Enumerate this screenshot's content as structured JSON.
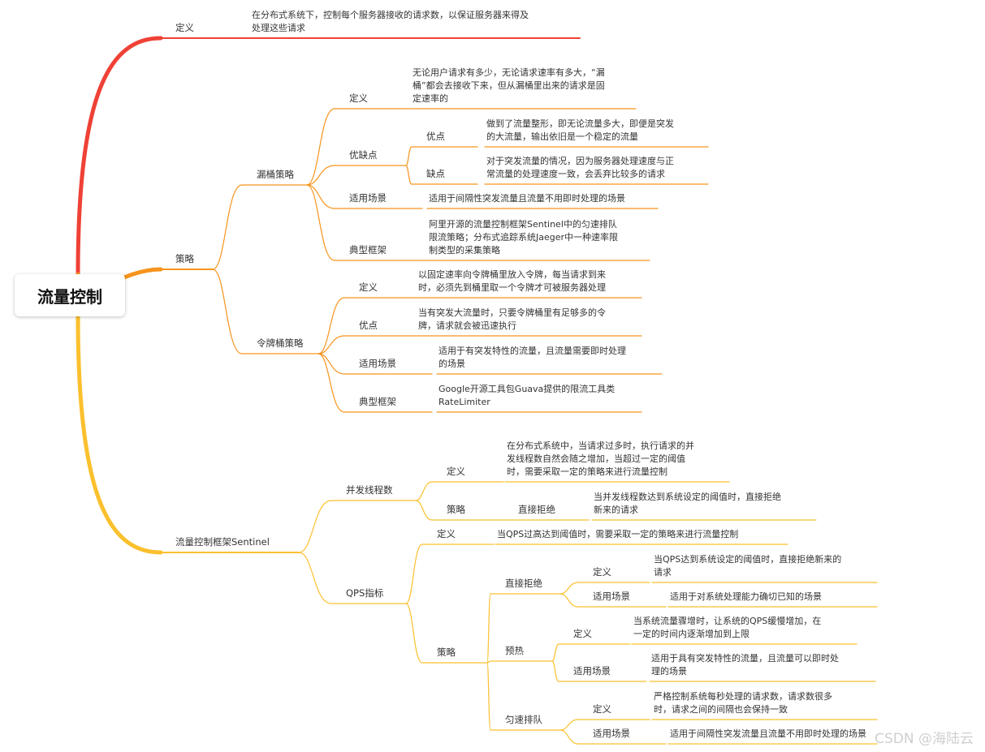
{
  "colors": {
    "red": "#ef4136",
    "orange": "#f7941d",
    "yellow": "#fbc02d"
  },
  "root": "流量控制",
  "watermark": "CSDN @海陆云",
  "nodes": [
    {
      "id": "def",
      "parent": "root",
      "color": "red",
      "label": "定义"
    },
    {
      "id": "def-text",
      "parent": "def",
      "color": "red",
      "lines": [
        "在分布式系统下，控制每个服务器接收的请求数，以保证服务器来得及",
        "处理这些请求"
      ]
    },
    {
      "id": "strategy",
      "parent": "root",
      "color": "orange",
      "label": "策略"
    },
    {
      "id": "leaky",
      "parent": "strategy",
      "color": "orange",
      "label": "漏桶策略"
    },
    {
      "id": "leaky-def",
      "parent": "leaky",
      "color": "orange",
      "label": "定义"
    },
    {
      "id": "leaky-def-text",
      "parent": "leaky-def",
      "color": "orange",
      "lines": [
        "无论用户请求有多少，无论请求速率有多大，“漏",
        "桶”都会去接收下来，但从漏桶里出来的请求是固",
        "定速率的"
      ]
    },
    {
      "id": "leaky-pc",
      "parent": "leaky",
      "color": "orange",
      "label": "优缺点"
    },
    {
      "id": "leaky-pro",
      "parent": "leaky-pc",
      "color": "orange",
      "label": "优点"
    },
    {
      "id": "leaky-pro-text",
      "parent": "leaky-pro",
      "color": "orange",
      "lines": [
        "做到了流量整形，即无论流量多大，即便是突发",
        "的大流量，输出依旧是一个稳定的流量"
      ]
    },
    {
      "id": "leaky-con",
      "parent": "leaky-pc",
      "color": "orange",
      "label": "缺点"
    },
    {
      "id": "leaky-con-text",
      "parent": "leaky-con",
      "color": "orange",
      "lines": [
        "对于突发流量的情况，因为服务器处理速度与正",
        "常流量的处理速度一致，会丢弃比较多的请求"
      ]
    },
    {
      "id": "leaky-use",
      "parent": "leaky",
      "color": "orange",
      "label": "适用场景"
    },
    {
      "id": "leaky-use-text",
      "parent": "leaky-use",
      "color": "orange",
      "lines": [
        "适用于间隔性突发流量且流量不用即时处理的场景"
      ]
    },
    {
      "id": "leaky-fw",
      "parent": "leaky",
      "color": "orange",
      "label": "典型框架"
    },
    {
      "id": "leaky-fw-text",
      "parent": "leaky-fw",
      "color": "orange",
      "lines": [
        "阿里开源的流量控制框架Sentinel中的匀速排队",
        "限流策略；分布式追踪系统Jaeger中一种速率限",
        "制类型的采集策略"
      ]
    },
    {
      "id": "token",
      "parent": "strategy",
      "color": "orange",
      "label": "令牌桶策略"
    },
    {
      "id": "token-def",
      "parent": "token",
      "color": "orange",
      "label": "定义"
    },
    {
      "id": "token-def-text",
      "parent": "token-def",
      "color": "orange",
      "lines": [
        "以固定速率向令牌桶里放入令牌，每当请求到来",
        "时，必须先到桶里取一个令牌才可被服务器处理"
      ]
    },
    {
      "id": "token-pro",
      "parent": "token",
      "color": "orange",
      "label": "优点"
    },
    {
      "id": "token-pro-text",
      "parent": "token-pro",
      "color": "orange",
      "lines": [
        "当有突发大流量时，只要令牌桶里有足够多的令",
        "牌，请求就会被迅速执行"
      ]
    },
    {
      "id": "token-use",
      "parent": "token",
      "color": "orange",
      "label": "适用场景"
    },
    {
      "id": "token-use-text",
      "parent": "token-use",
      "color": "orange",
      "lines": [
        "适用于有突发特性的流量，且流量需要即时处理",
        "的场景"
      ]
    },
    {
      "id": "token-fw",
      "parent": "token",
      "color": "orange",
      "label": "典型框架"
    },
    {
      "id": "token-fw-text",
      "parent": "token-fw",
      "color": "orange",
      "lines": [
        "Google开源工具包Guava提供的限流工具类",
        "RateLimiter"
      ]
    },
    {
      "id": "sentinel",
      "parent": "root",
      "color": "yellow",
      "label": "流量控制框架Sentinel"
    },
    {
      "id": "conc",
      "parent": "sentinel",
      "color": "yellow",
      "label": "并发线程数"
    },
    {
      "id": "conc-def",
      "parent": "conc",
      "color": "yellow",
      "label": "定义"
    },
    {
      "id": "conc-def-text",
      "parent": "conc-def",
      "color": "yellow",
      "lines": [
        "在分布式系统中，当请求过多时，执行请求的并",
        "发线程数自然会随之增加，当超过一定的阈值",
        "时，需要采取一定的策略来进行流量控制"
      ]
    },
    {
      "id": "conc-strat",
      "parent": "conc",
      "color": "yellow",
      "label": "策略"
    },
    {
      "id": "conc-reject",
      "parent": "conc-strat",
      "color": "yellow",
      "label": "直接拒绝"
    },
    {
      "id": "conc-reject-text",
      "parent": "conc-reject",
      "color": "yellow",
      "lines": [
        "当并发线程数达到系统设定的阈值时，直接拒绝",
        "新来的请求"
      ]
    },
    {
      "id": "qps",
      "parent": "sentinel",
      "color": "yellow",
      "label": "QPS指标"
    },
    {
      "id": "qps-def",
      "parent": "qps",
      "color": "yellow",
      "label": "定义"
    },
    {
      "id": "qps-def-text",
      "parent": "qps-def",
      "color": "yellow",
      "lines": [
        "当QPS过高达到阈值时，需要采取一定的策略来进行流量控制"
      ]
    },
    {
      "id": "qps-strat",
      "parent": "qps",
      "color": "yellow",
      "label": "策略"
    },
    {
      "id": "qps-reject",
      "parent": "qps-strat",
      "color": "yellow",
      "label": "直接拒绝"
    },
    {
      "id": "qps-reject-def",
      "parent": "qps-reject",
      "color": "yellow",
      "label": "定义"
    },
    {
      "id": "qps-reject-def-text",
      "parent": "qps-reject-def",
      "color": "yellow",
      "lines": [
        "当QPS达到系统设定的阈值时，直接拒绝新来的",
        "请求"
      ]
    },
    {
      "id": "qps-reject-use",
      "parent": "qps-reject",
      "color": "yellow",
      "label": "适用场景"
    },
    {
      "id": "qps-reject-use-text",
      "parent": "qps-reject-use",
      "color": "yellow",
      "lines": [
        "适用于对系统处理能力确切已知的场景"
      ]
    },
    {
      "id": "qps-warm",
      "parent": "qps-strat",
      "color": "yellow",
      "label": "预热"
    },
    {
      "id": "qps-warm-def",
      "parent": "qps-warm",
      "color": "yellow",
      "label": "定义"
    },
    {
      "id": "qps-warm-def-text",
      "parent": "qps-warm-def",
      "color": "yellow",
      "lines": [
        "当系统流量骤增时，让系统的QPS缓慢增加，在",
        "一定的时间内逐渐增加到上限"
      ]
    },
    {
      "id": "qps-warm-use",
      "parent": "qps-warm",
      "color": "yellow",
      "label": "适用场景"
    },
    {
      "id": "qps-warm-use-text",
      "parent": "qps-warm-use",
      "color": "yellow",
      "lines": [
        "适用于具有突发特性的流量，且流量可以即时处",
        "理的场景"
      ]
    },
    {
      "id": "qps-queue",
      "parent": "qps-strat",
      "color": "yellow",
      "label": "匀速排队"
    },
    {
      "id": "qps-queue-def",
      "parent": "qps-queue",
      "color": "yellow",
      "label": "定义"
    },
    {
      "id": "qps-queue-def-text",
      "parent": "qps-queue-def",
      "color": "yellow",
      "lines": [
        "严格控制系统每秒处理的请求数，请求数很多",
        "时，请求之间的间隔也会保持一致"
      ]
    },
    {
      "id": "qps-queue-use",
      "parent": "qps-queue",
      "color": "yellow",
      "label": "适用场景"
    },
    {
      "id": "qps-queue-use-text",
      "parent": "qps-queue-use",
      "color": "yellow",
      "lines": [
        "适用于间隔性突发流量且流量不用即时处理的场景"
      ]
    }
  ]
}
